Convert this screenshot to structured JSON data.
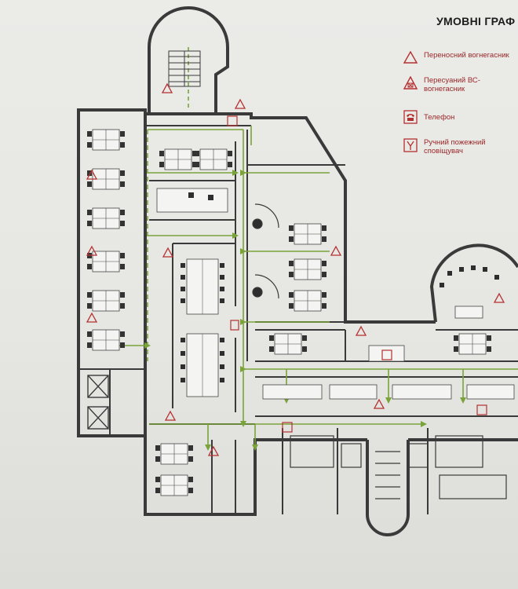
{
  "legend": {
    "title": "УМОВНІ ГРАФ",
    "items": [
      {
        "icon": "portable-extinguisher-icon",
        "label": "Переносний вогнегасник"
      },
      {
        "icon": "mobile-extinguisher-icon",
        "label": "Пересуаний ВС-вогнегасник"
      },
      {
        "icon": "telephone-icon",
        "label": "Телефон"
      },
      {
        "icon": "manual-fire-alarm-icon",
        "label": "Ручний пожежний сповіщувач"
      }
    ]
  },
  "colors": {
    "wall": "#3a3a3a",
    "evacuation_route": "#7aa43a",
    "symbol": "#b53030",
    "background": "#e8e8e5"
  }
}
